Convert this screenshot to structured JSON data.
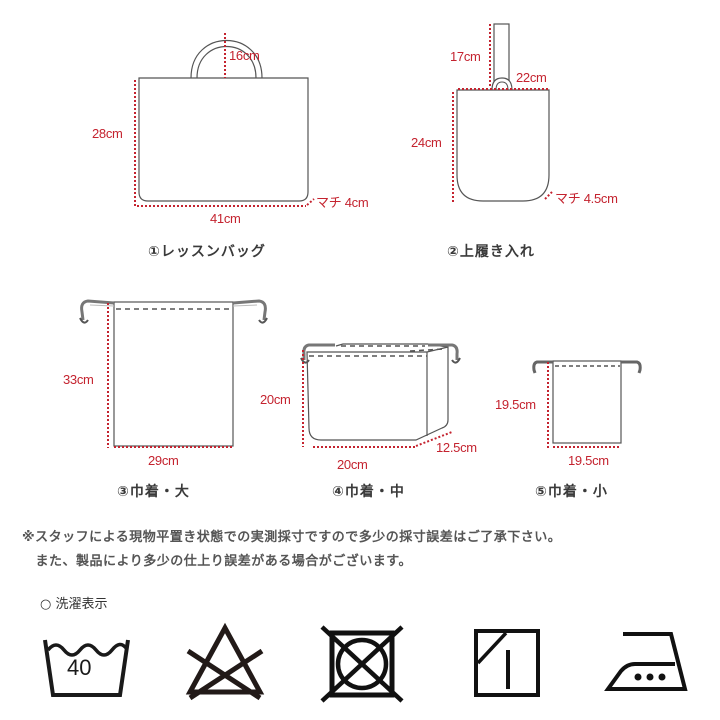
{
  "items": [
    {
      "caption": "①レッスンバッグ",
      "dims": {
        "handle": "16cm",
        "height": "28cm",
        "width": "41cm",
        "gusset": "マチ 4cm"
      }
    },
    {
      "caption": "②上履き入れ",
      "dims": {
        "strap": "17cm",
        "width": "22cm",
        "height": "24cm",
        "gusset": "マチ 4.5cm"
      }
    },
    {
      "caption": "③巾着・大",
      "dims": {
        "height": "33cm",
        "width": "29cm"
      }
    },
    {
      "caption": "④巾着・中",
      "dims": {
        "height": "20cm",
        "width": "20cm",
        "depth": "12.5cm"
      }
    },
    {
      "caption": "⑤巾着・小",
      "dims": {
        "height": "19.5cm",
        "width": "19.5cm"
      }
    }
  ],
  "notes": {
    "line1": "※スタッフによる現物平置き状態での実測採寸ですので多少の採寸誤差はご了承下さい。",
    "line2": "　また、製品により多少の仕上り誤差がある場合がございます。"
  },
  "care": {
    "title": "○ 洗濯表示",
    "symbols": [
      {
        "icon": "wash-40-icon",
        "label": "40"
      },
      {
        "icon": "no-bleach-icon"
      },
      {
        "icon": "no-tumble-dry-icon"
      },
      {
        "icon": "shade-dry-icon"
      },
      {
        "icon": "iron-high-icon"
      }
    ]
  },
  "colors": {
    "dimension": "#c4232f",
    "outline": "#555555",
    "text": "#3a3a3a"
  }
}
